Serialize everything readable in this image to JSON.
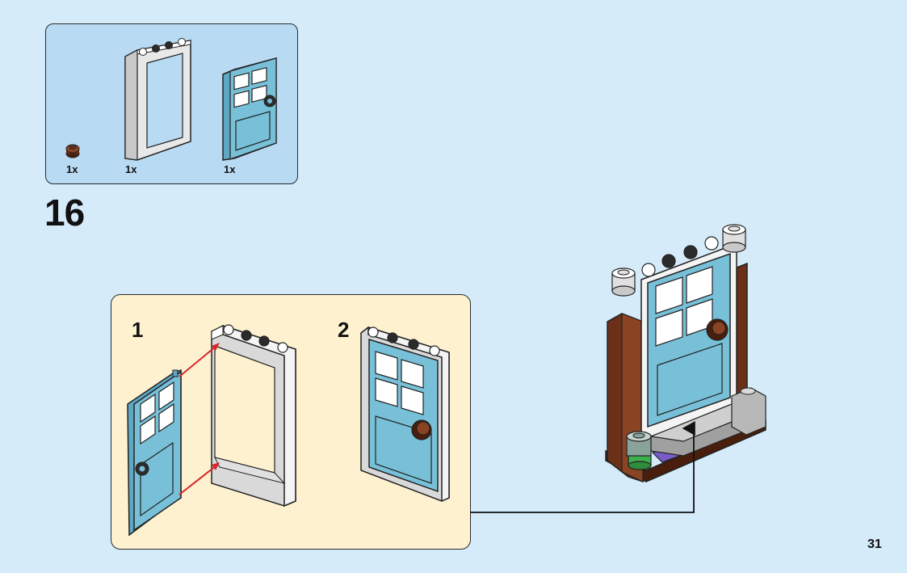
{
  "parts": [
    {
      "qty": "1x",
      "name": "round-plate-brown"
    },
    {
      "qty": "1x",
      "name": "door-frame-white"
    },
    {
      "qty": "1x",
      "name": "door-light-blue"
    }
  ],
  "step": {
    "number": "16"
  },
  "substeps": [
    {
      "number": "1"
    },
    {
      "number": "2"
    }
  ],
  "page": {
    "number": "31"
  },
  "colors": {
    "background": "#d5ebfa",
    "parts_box": "#b8daf3",
    "substep_box": "#fdf1d0",
    "door_blue": "#78c0d8",
    "brown": "#6b3018",
    "arrow_red": "#d8262a"
  }
}
